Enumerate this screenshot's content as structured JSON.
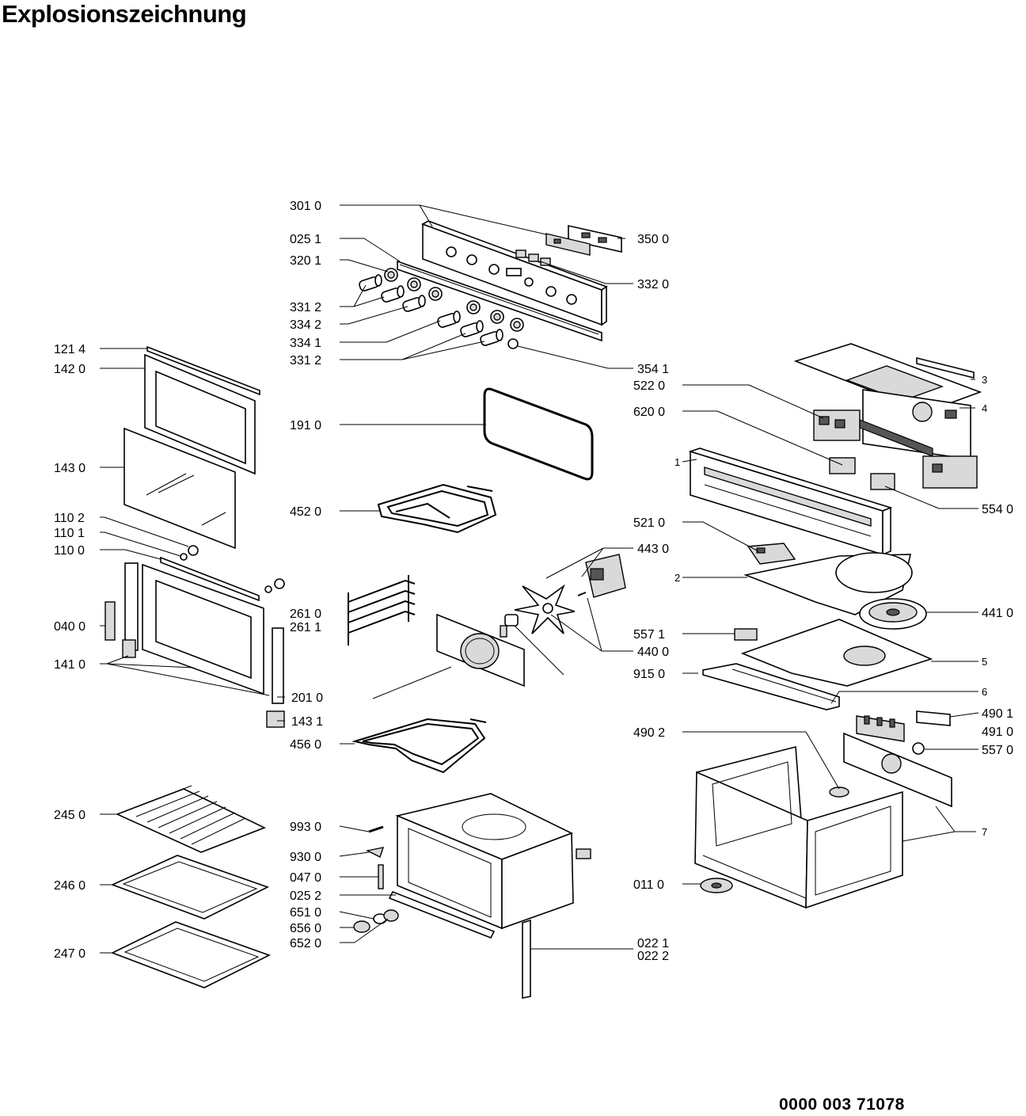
{
  "title": "Explosionszeichnung",
  "document_number": "0000 003 71078",
  "labels": {
    "l3010": "301 0",
    "l0251": "025 1",
    "l3201": "320 1",
    "l3312a": "331 2",
    "l3342": "334 2",
    "l3341": "334 1",
    "l3312b": "331 2",
    "l3500": "350 0",
    "l3320": "332 0",
    "l3541": "354 1",
    "l1214": "121 4",
    "l1420": "142 0",
    "l1430": "143 0",
    "l1102": "110 2",
    "l1101": "110 1",
    "l1100": "110 0",
    "l0400": "040 0",
    "l1410": "141 0",
    "l2010": "201 0",
    "l1431": "143 1",
    "l1910": "191 0",
    "l4520": "452 0",
    "l2610": "261 0",
    "l2611": "261 1",
    "l4560": "456 0",
    "l3": "3",
    "l4": "4",
    "l5220": "522 0",
    "l6200": "620 0",
    "l1": "1",
    "l5540": "554 0",
    "l5210": "521 0",
    "l4430": "443 0",
    "l2": "2",
    "l4410": "441 0",
    "l5571": "557 1",
    "l4400": "440 0",
    "l5": "5",
    "l9150": "915 0",
    "l6": "6",
    "l4901": "490 1",
    "l4910": "491 0",
    "l4902": "490 2",
    "l5570": "557 0",
    "l7": "7",
    "l0110": "011 0",
    "l2450": "245 0",
    "l2460": "246 0",
    "l2470": "247 0",
    "l9930": "993 0",
    "l9300": "930 0",
    "l0470": "047 0",
    "l0252": "025 2",
    "l6510": "651 0",
    "l6560": "656 0",
    "l6520": "652 0",
    "l0221": "022 1",
    "l0222": "022 2"
  }
}
